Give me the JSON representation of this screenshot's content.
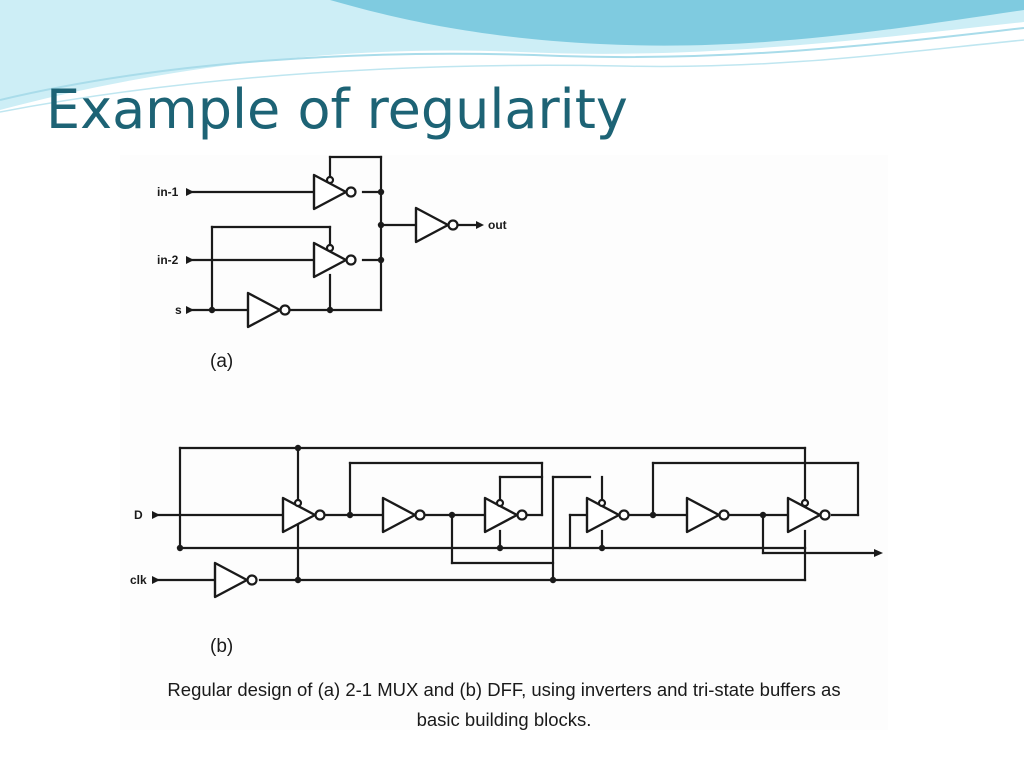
{
  "slide": {
    "title": "Example of regularity"
  },
  "theme": {
    "title_color": "#1d6375",
    "wave_dark": "#7fcbe0",
    "wave_light": "#cdeef6"
  },
  "figure": {
    "part_a": {
      "label": "(a)",
      "inputs": [
        "in-1",
        "in-2",
        "s"
      ],
      "output": "out"
    },
    "part_b": {
      "label": "(b)",
      "inputs": [
        "D",
        "clk"
      ]
    },
    "caption_line1": "Regular design of (a) 2-1 MUX and (b) DFF, using inverters and  tri-state buffers as",
    "caption_line2": "basic building blocks."
  }
}
